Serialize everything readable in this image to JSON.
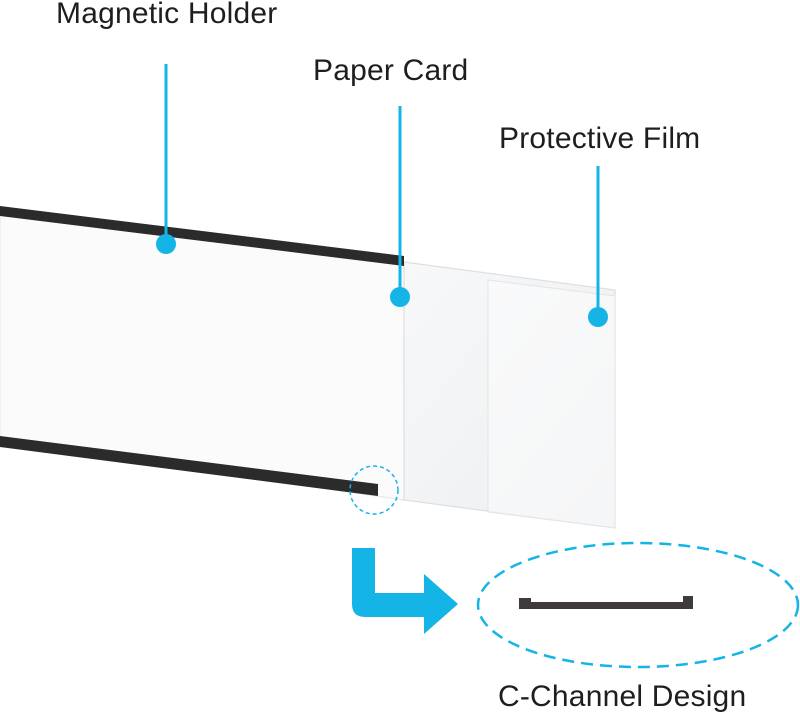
{
  "labels": {
    "magnetic_holder": "Magnetic Holder",
    "paper_card": "Paper Card",
    "protective_film": "Protective Film",
    "c_channel_design": "C-Channel Design"
  },
  "colors": {
    "accent": "#14b4e6",
    "holder_strip": "#2b2b2b",
    "profile": "#3e3b3a",
    "label_text": "#1e1e1e"
  }
}
